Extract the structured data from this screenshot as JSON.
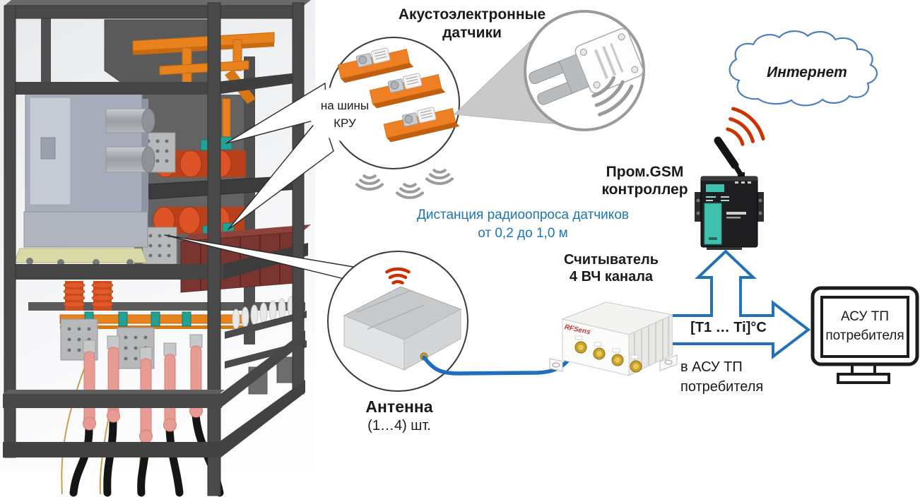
{
  "diagram": {
    "title": "Акустоэлектронные\nдатчики",
    "labels": {
      "bus_note": "на шины\nКРУ",
      "distance_note": "Дистанция радиоопроса датчиков\nот 0,2 до 1,0 м",
      "gsm_controller": "Пром.GSM\nконтроллер",
      "internet": "Интернет",
      "reader": "Считыватель\n4 ВЧ канала",
      "antenna": "Антенна",
      "antenna_qty": "(1…4) шт.",
      "temperature": "[T1 … Ti]°C",
      "to_asu": "в АСУ ТП\nпотребителя",
      "monitor": "АСУ ТП\nпотребителя",
      "reader_brand": "RFSens"
    },
    "colors": {
      "accent_blue": "#1B75BC",
      "arrow_blue": "#2272B9",
      "wifi_red": "#CC3300",
      "sensor_orange": "#EE7F22",
      "cloud_outline": "#4A7EBF",
      "cable_blue": "#1E6FC0"
    }
  }
}
